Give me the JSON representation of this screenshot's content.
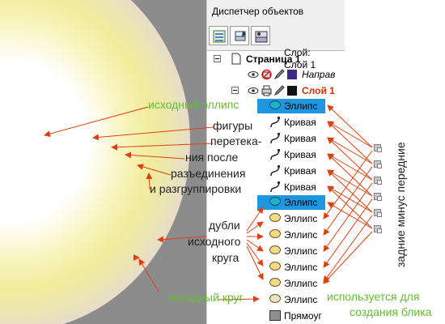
{
  "panel": {
    "title": "Диспетчер объектов",
    "layer_label": "Слой:",
    "layer_value": "Слой 1",
    "page_label": "Страница 1",
    "guides_label": "Направ",
    "layer_row_label": "Слой 1",
    "items": [
      {
        "label": "Эллипс",
        "type": "ellipse",
        "selected": true
      },
      {
        "label": "Кривая",
        "type": "curve"
      },
      {
        "label": "Кривая",
        "type": "curve"
      },
      {
        "label": "Кривая",
        "type": "curve"
      },
      {
        "label": "Кривая",
        "type": "curve"
      },
      {
        "label": "Кривая",
        "type": "curve"
      },
      {
        "label": "Эллипс",
        "type": "ellipse",
        "selected": true
      },
      {
        "label": "Эллипс",
        "type": "ellipse"
      },
      {
        "label": "Эллипс",
        "type": "ellipse"
      },
      {
        "label": "Эллипс",
        "type": "ellipse"
      },
      {
        "label": "Эллипс",
        "type": "ellipse"
      },
      {
        "label": "Эллипс",
        "type": "ellipse"
      },
      {
        "label": "Эллипс",
        "type": "ellipse"
      },
      {
        "label": "Прямоуг",
        "type": "rectangle"
      }
    ]
  },
  "annotations": {
    "source_ellipse": "исходный эллипс",
    "figures": "фигуры",
    "intersection1": "перетека-",
    "intersection2": "ния после",
    "separation": "разъединения",
    "ungroup": "и разгруппировки",
    "dupes1": "дубли",
    "dupes2": "исходного",
    "dupes3": "круга",
    "source_circle": "исходный круг",
    "used_for1": "используется для",
    "used_for2": "создания блика",
    "back_minus_front": "задние минус передние"
  },
  "colors": {
    "accent_green": "#66bb33",
    "arrow_orange": "#e04010",
    "selection_blue": "#1e96e0",
    "layer_red": "#cc3300"
  }
}
